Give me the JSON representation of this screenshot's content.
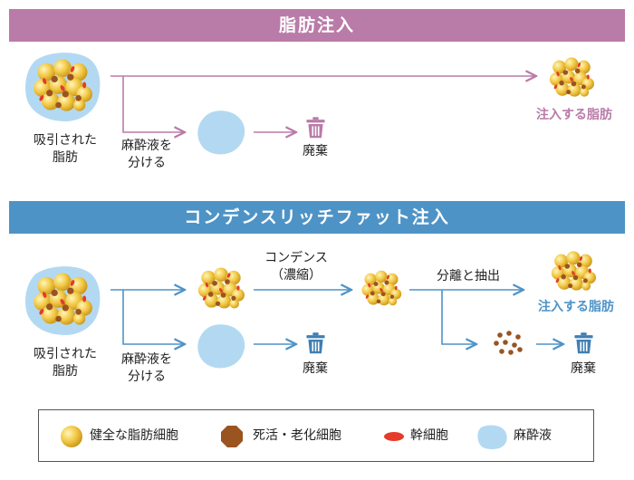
{
  "colors": {
    "pink": "#b97ba8",
    "blue": "#4e93c6",
    "healthy_fat": "#f2c744",
    "dead_cell": "#9a5420",
    "stem_cell": "#e53b2a",
    "anesthetic": "#b3d9f2",
    "trash_pink": "#b97ba8",
    "trash_blue": "#3f7fb3"
  },
  "section1": {
    "title": "脂肪注入",
    "harvested_label_1": "吸引された",
    "harvested_label_2": "脂肪",
    "separate_label_1": "麻酔液を",
    "separate_label_2": "分ける",
    "discard_label": "廃棄",
    "inject_label": "注入する脂肪"
  },
  "section2": {
    "title": "コンデンスリッチファット注入",
    "harvested_label_1": "吸引された",
    "harvested_label_2": "脂肪",
    "separate_label_1": "麻酔液を",
    "separate_label_2": "分ける",
    "discard_label": "廃棄",
    "condense_label_1": "コンデンス",
    "condense_label_2": "（濃縮）",
    "split_label": "分離と抽出",
    "inject_label": "注入する脂肪",
    "discard_label_2": "廃棄"
  },
  "legend": {
    "healthy_fat": "健全な脂肪細胞",
    "dead_cell": "死活・老化細胞",
    "stem_cell": "幹細胞",
    "anesthetic": "麻酔液"
  },
  "icons": [
    "fat-cluster-icon",
    "anesthetic-blob-icon",
    "trash-can-icon",
    "dead-cell-icon",
    "stem-cell-icon"
  ]
}
